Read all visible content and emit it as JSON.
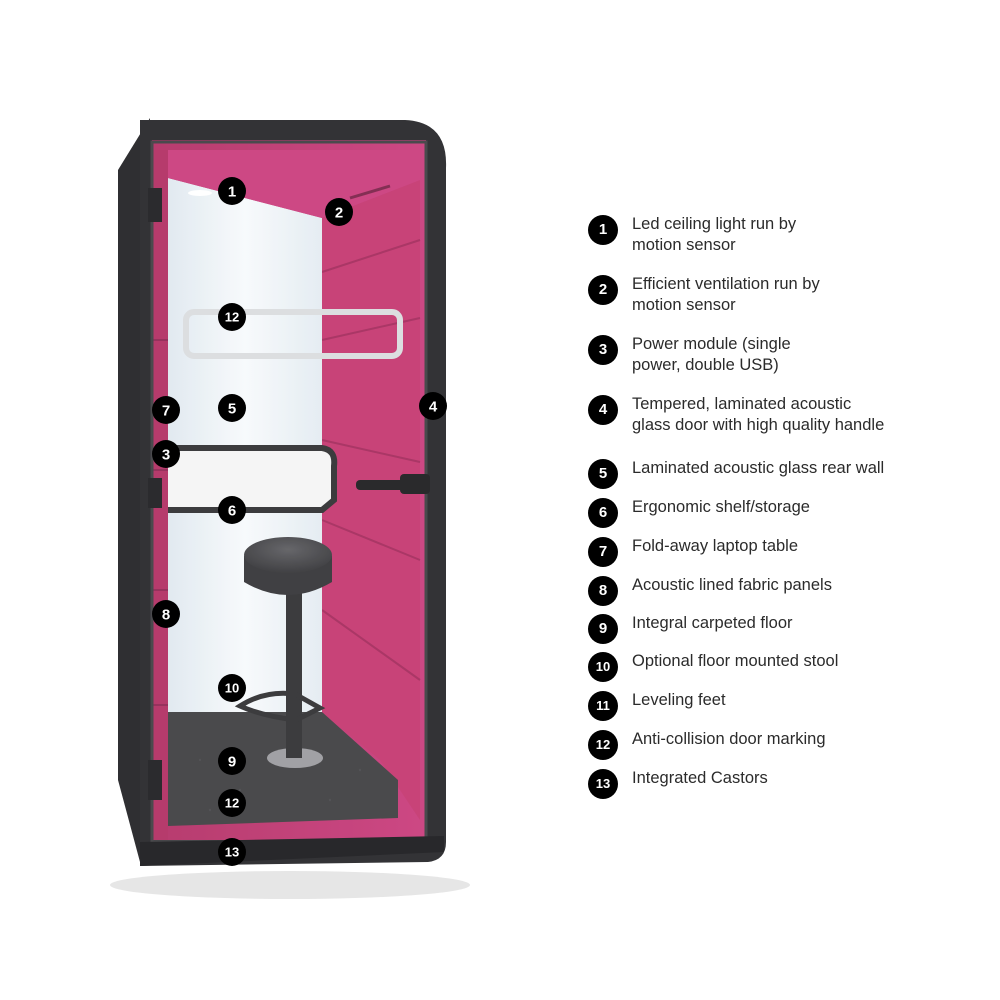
{
  "colors": {
    "frame": "#333336",
    "fabric": "#c4336d",
    "fabric_dark": "#9f2857",
    "glass": "#eef3f7",
    "floor": "#3a3a3c",
    "marker": "#000000"
  },
  "markers": [
    {
      "label": "1"
    },
    {
      "label": "2"
    },
    {
      "label": "12"
    },
    {
      "label": "7"
    },
    {
      "label": "5"
    },
    {
      "label": "4"
    },
    {
      "label": "3"
    },
    {
      "label": "6"
    },
    {
      "label": "8"
    },
    {
      "label": "10"
    },
    {
      "label": "9"
    },
    {
      "label": "12"
    },
    {
      "label": "13"
    }
  ],
  "legend": [
    {
      "num": "1",
      "text": "Led ceiling light run by\nmotion sensor"
    },
    {
      "num": "2",
      "text": "Efficient ventilation run by\nmotion sensor"
    },
    {
      "num": "3",
      "text": "Power module (single\npower, double USB)"
    },
    {
      "num": "4",
      "text": "Tempered, laminated acoustic\nglass door with high quality handle"
    },
    {
      "num": "5",
      "text": "Laminated acoustic glass rear wall"
    },
    {
      "num": "6",
      "text": "Ergonomic shelf/storage"
    },
    {
      "num": "7",
      "text": "Fold-away laptop table"
    },
    {
      "num": "8",
      "text": "Acoustic lined fabric panels"
    },
    {
      "num": "9",
      "text": "Integral carpeted floor"
    },
    {
      "num": "10",
      "text": "Optional floor mounted stool"
    },
    {
      "num": "11",
      "text": "Leveling feet"
    },
    {
      "num": "12",
      "text": "Anti-collision door marking"
    },
    {
      "num": "13",
      "text": "Integrated Castors"
    }
  ]
}
